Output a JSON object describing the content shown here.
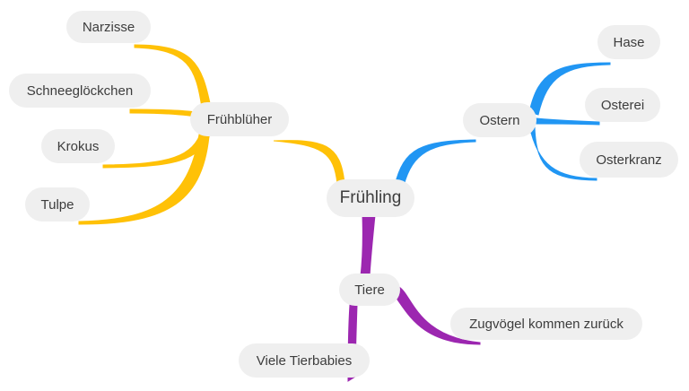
{
  "central": {
    "label": "Frühling"
  },
  "branches": {
    "fruehblueher": {
      "label": "Frühblüher",
      "color": "#FFC107",
      "children": [
        "Narzisse",
        "Schneeglöckchen",
        "Krokus",
        "Tulpe"
      ]
    },
    "ostern": {
      "label": "Ostern",
      "color": "#2196F3",
      "children": [
        "Hase",
        "Osterei",
        "Osterkranz"
      ]
    },
    "tiere": {
      "label": "Tiere",
      "color": "#9C27B0",
      "children": [
        "Zugvögel kommen zurück",
        "Viele Tierbabies"
      ]
    }
  }
}
